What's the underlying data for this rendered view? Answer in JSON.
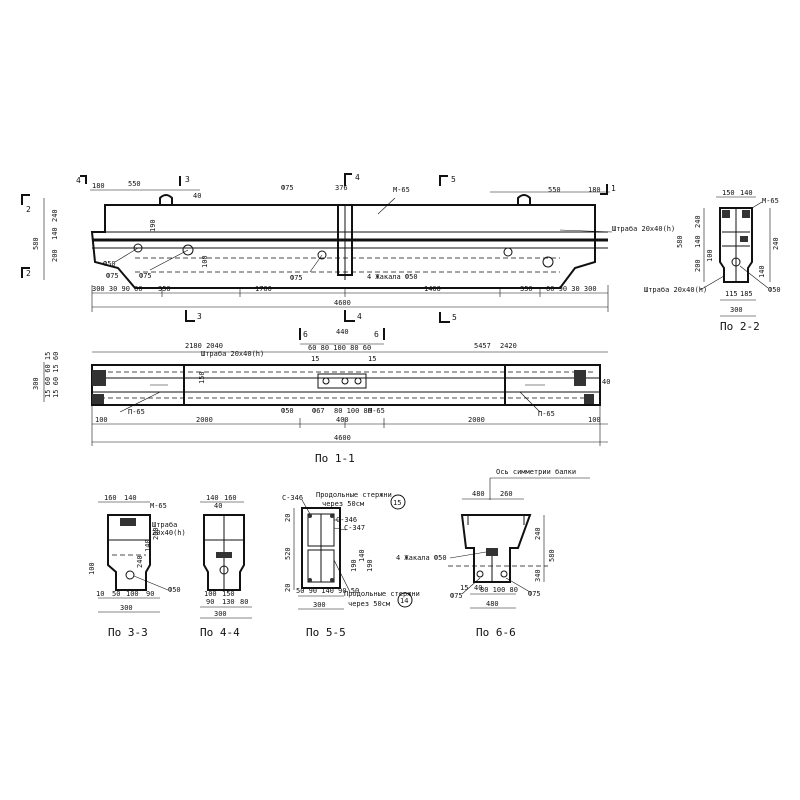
{
  "elevation": {
    "markers": {
      "s4a": "4",
      "s3": "3",
      "s4b": "4",
      "s5": "5",
      "s1": "1",
      "s2a": "2",
      "s2b": "2"
    },
    "top_dims": {
      "d1": "180",
      "d2": "550",
      "d3": "40",
      "d4": "Ф75",
      "d5": "376",
      "d6": "М-65",
      "d7": "550",
      "d8": "180"
    },
    "left_dims": {
      "d1": "580",
      "d2": "200",
      "d3": "140",
      "d4": "240"
    },
    "inner_labels": {
      "d1": "190",
      "d2": "100",
      "d3": "Ф50",
      "d4": "Ф75",
      "d5": "Ф75",
      "d6": "Ф75",
      "d7": "4 Жакала Ф50",
      "d8": "Штраба 20х40(h)"
    },
    "bottom_dims": {
      "d1": "300 30 90 60",
      "d2": "350",
      "d3": "1760",
      "d4": "1400",
      "d5": "350",
      "d6": "60 90 30 300",
      "d7": "4600"
    }
  },
  "plan": {
    "markers": {
      "s6a": "6",
      "s6b": "6"
    },
    "top_dims": {
      "d1": "440",
      "d2": "60 80 100 80 60",
      "d3": "2180 2040",
      "d4": "Штраба 20х40(h)",
      "d5": "2420",
      "d6": "5457",
      "d7": "15",
      "d8": "15"
    },
    "left_dims": {
      "d1": "300",
      "d2": "15 60 60 15",
      "d3": "15 60 15 60"
    },
    "labels": {
      "d1": "150",
      "d2": "П-65",
      "d3": "Ф50",
      "d4": "Ф67",
      "d5": "80 100 80",
      "d6": "М-65",
      "d7": "П-65",
      "d8": "40"
    },
    "bottom_dims": {
      "d1": "100",
      "d2": "2000",
      "d3": "400",
      "d4": "2000",
      "d5": "100",
      "d6": "4600"
    },
    "caption": "По 1-1"
  },
  "sec22": {
    "caption": "По 2-2",
    "labels": {
      "d1": "150",
      "d2": "140",
      "d3": "М-65",
      "d4": "580",
      "d5": "200",
      "d6": "140",
      "d7": "240",
      "d8": "100",
      "d9": "Штраба 20х40(h)",
      "d10": "115",
      "d11": "185",
      "d12": "300",
      "d13": "Ф50",
      "d14": "140",
      "d15": "240"
    }
  },
  "sec33": {
    "caption": "По 3-3",
    "labels": {
      "d1": "160",
      "d2": "140",
      "d3": "М-65",
      "d4": "Штраба",
      "d5": "20х40(h)",
      "d6": "100",
      "d7": "240",
      "d8": "140",
      "d9": "200",
      "d10": "10",
      "d11": "50",
      "d12": "100",
      "d13": "90",
      "d14": "300",
      "d15": "Ф50"
    }
  },
  "sec44": {
    "caption": "По 4-4",
    "labels": {
      "d1": "140",
      "d2": "160",
      "d3": "40",
      "d4": "100",
      "d5": "150",
      "d6": "90",
      "d7": "130",
      "d8": "80",
      "d9": "300"
    }
  },
  "sec55": {
    "caption": "По 5-5",
    "labels": {
      "d1": "С-346",
      "d2": "Продольные стержни",
      "d3": "через 50см",
      "d4": "15",
      "d5": "С-346",
      "d6": "С-347",
      "d7": "20",
      "d8": "520",
      "d9": "20",
      "d10": "50 90 140 90 50",
      "d11": "300",
      "d12": "Продольные стержни",
      "d13": "через 50см",
      "d14": "14",
      "d15": "190",
      "d16": "140",
      "d17": "190"
    }
  },
  "sec66": {
    "caption": "По 6-6",
    "labels": {
      "d1": "Ось симметрии балки",
      "d2": "480",
      "d3": "260",
      "d4": "4 Жакала Ф50",
      "d5": "240",
      "d6": "340",
      "d7": "580",
      "d8": "15",
      "d9": "40",
      "d10": "Ф75",
      "d11": "Ф75",
      "d12": "80 100 80",
      "d13": "480"
    }
  }
}
